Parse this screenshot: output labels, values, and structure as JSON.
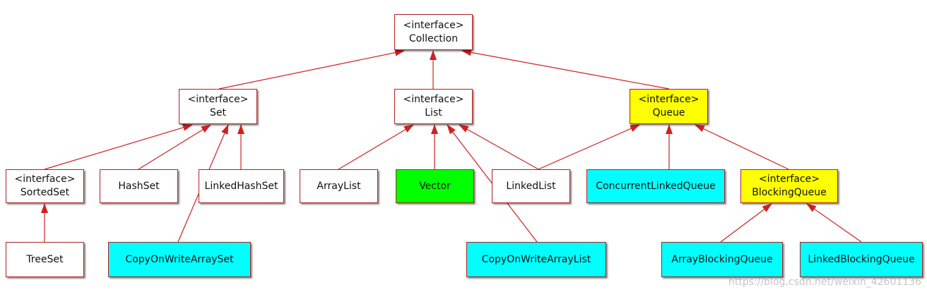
{
  "colors": {
    "default_fill": "#ffffff",
    "border": "#b22020",
    "arrow": "#d02020",
    "green": "#00ff00",
    "cyan": "#00ffff",
    "yellow": "#ffff00"
  },
  "nodes": {
    "collection": {
      "line1": "<interface>",
      "line2": "Collection",
      "fill": "white"
    },
    "set": {
      "line1": "<interface>",
      "line2": "Set",
      "fill": "white"
    },
    "list": {
      "line1": "<interface>",
      "line2": "List",
      "fill": "white"
    },
    "queue": {
      "line1": "<interface>",
      "line2": "Queue",
      "fill": "yellow"
    },
    "sortedset": {
      "line1": "<interface>",
      "line2": "SortedSet",
      "fill": "white"
    },
    "hashset": {
      "line1": "HashSet",
      "line2": "",
      "fill": "white"
    },
    "linkedhashset": {
      "line1": "LinkedHashSet",
      "line2": "",
      "fill": "white"
    },
    "arraylist": {
      "line1": "ArrayList",
      "line2": "",
      "fill": "white"
    },
    "vector": {
      "line1": "Vector",
      "line2": "",
      "fill": "green"
    },
    "linkedlist": {
      "line1": "LinkedList",
      "line2": "",
      "fill": "white"
    },
    "concurrentlinkedqueue": {
      "line1": "ConcurrentLinkedQueue",
      "line2": "",
      "fill": "cyan"
    },
    "blockingqueue": {
      "line1": "<interface>",
      "line2": "BlockingQueue",
      "fill": "yellow"
    },
    "treeset": {
      "line1": "TreeSet",
      "line2": "",
      "fill": "white"
    },
    "copyonwritearrayset": {
      "line1": "CopyOnWriteArraySet",
      "line2": "",
      "fill": "cyan"
    },
    "copyonwritearraylist": {
      "line1": "CopyOnWriteArrayList",
      "line2": "",
      "fill": "cyan"
    },
    "arrayblockingqueue": {
      "line1": "ArrayBlockingQueue",
      "line2": "",
      "fill": "cyan"
    },
    "linkedblockingqueue": {
      "line1": "LinkedBlockingQueue",
      "line2": "",
      "fill": "cyan"
    }
  },
  "edges": [
    {
      "from": "set",
      "to": "collection"
    },
    {
      "from": "list",
      "to": "collection"
    },
    {
      "from": "queue",
      "to": "collection"
    },
    {
      "from": "sortedset",
      "to": "set"
    },
    {
      "from": "hashset",
      "to": "set"
    },
    {
      "from": "linkedhashset",
      "to": "set"
    },
    {
      "from": "copyonwritearrayset",
      "to": "set"
    },
    {
      "from": "treeset",
      "to": "sortedset"
    },
    {
      "from": "arraylist",
      "to": "list"
    },
    {
      "from": "vector",
      "to": "list"
    },
    {
      "from": "linkedlist",
      "to": "list"
    },
    {
      "from": "copyonwritearraylist",
      "to": "list"
    },
    {
      "from": "linkedlist",
      "to": "queue"
    },
    {
      "from": "concurrentlinkedqueue",
      "to": "queue"
    },
    {
      "from": "blockingqueue",
      "to": "queue"
    },
    {
      "from": "arrayblockingqueue",
      "to": "blockingqueue"
    },
    {
      "from": "linkedblockingqueue",
      "to": "blockingqueue"
    }
  ],
  "watermark": "https://blog.csdn.net/weixin_42601136"
}
